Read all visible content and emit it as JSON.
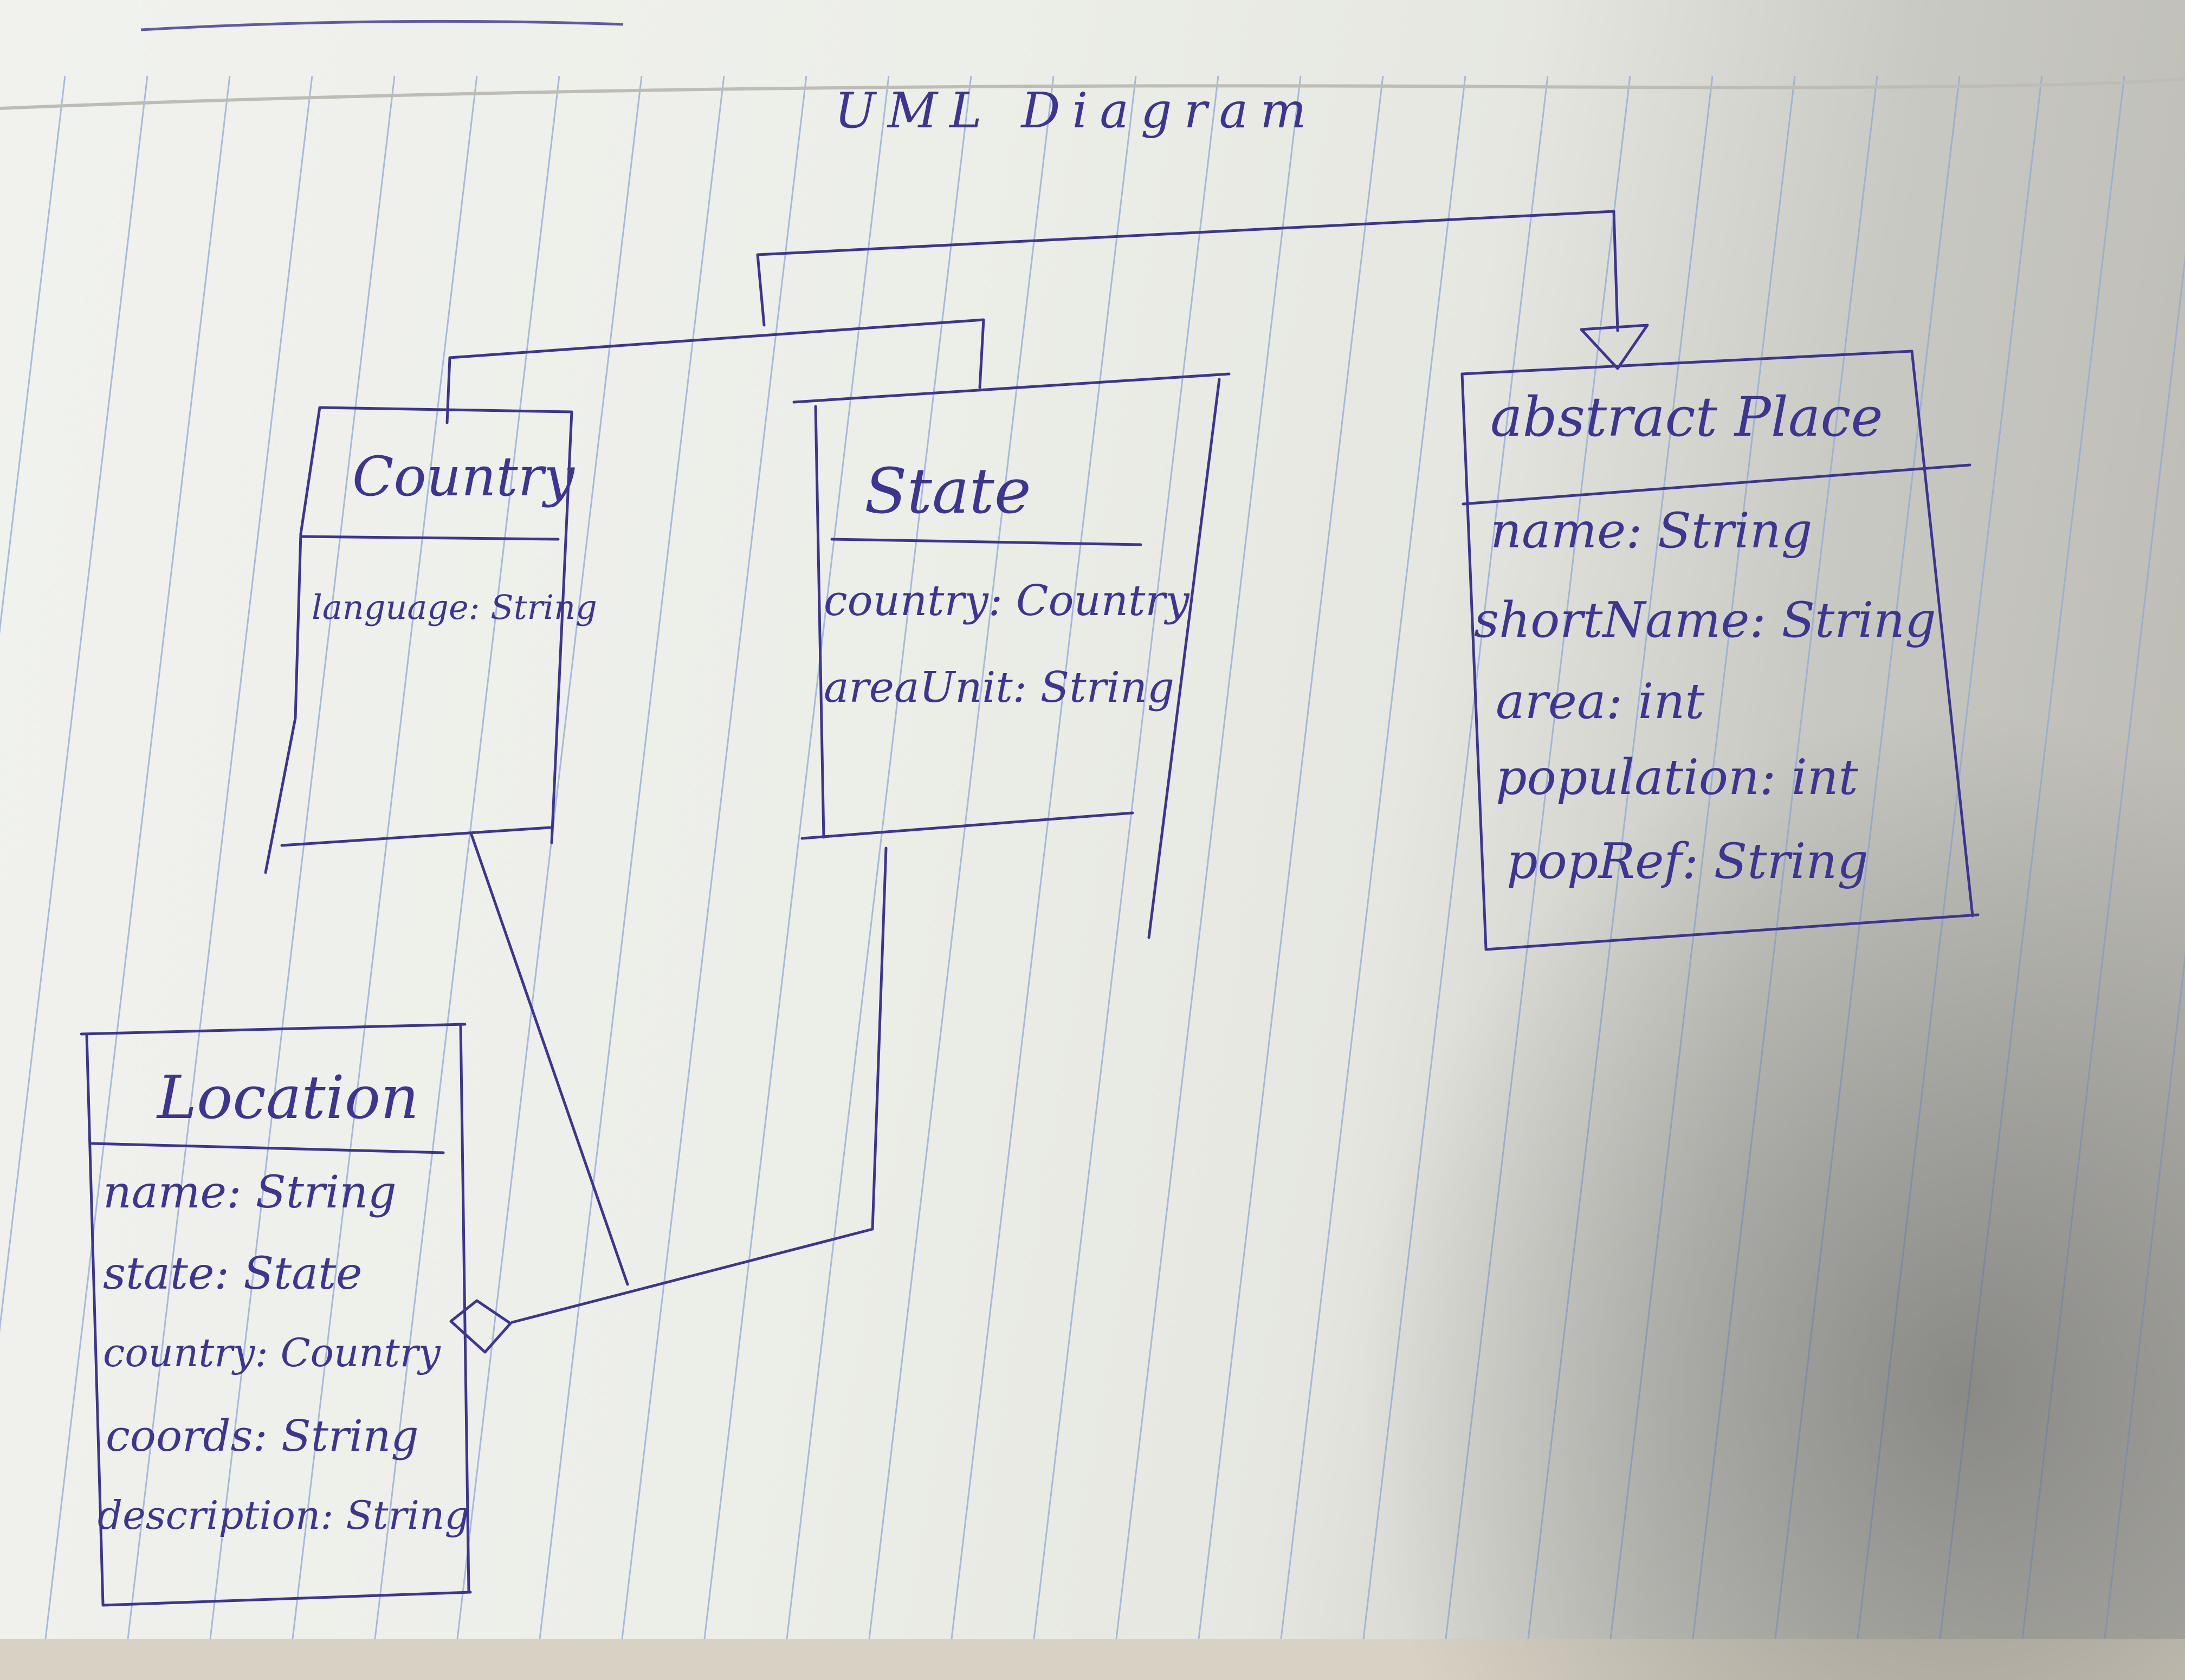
{
  "diagram": {
    "title": "UML Diagram",
    "classes": [
      {
        "id": "country",
        "name": "Country",
        "attributes": [
          "language: String"
        ]
      },
      {
        "id": "state",
        "name": "State",
        "attributes": [
          "country: Country",
          "areaUnit: String"
        ]
      },
      {
        "id": "place",
        "name": "abstract Place",
        "attributes": [
          "name: String",
          "shortName: String",
          "area: int",
          "population: int",
          "popRef: String"
        ]
      },
      {
        "id": "location",
        "name": "Location",
        "attributes": [
          "name: String",
          "state: State",
          "country: Country",
          "coords: String",
          "description: String"
        ]
      }
    ],
    "relationships": [
      {
        "type": "inheritance",
        "from": "country",
        "to": "place"
      },
      {
        "type": "inheritance",
        "from": "state",
        "to": "place"
      },
      {
        "type": "aggregation",
        "from": "country",
        "to": "location"
      },
      {
        "type": "aggregation",
        "from": "state",
        "to": "location"
      }
    ]
  },
  "colors": {
    "ink": "#3c3592",
    "paper": "#eceee8",
    "rule_lines": "#8fa9d8"
  }
}
